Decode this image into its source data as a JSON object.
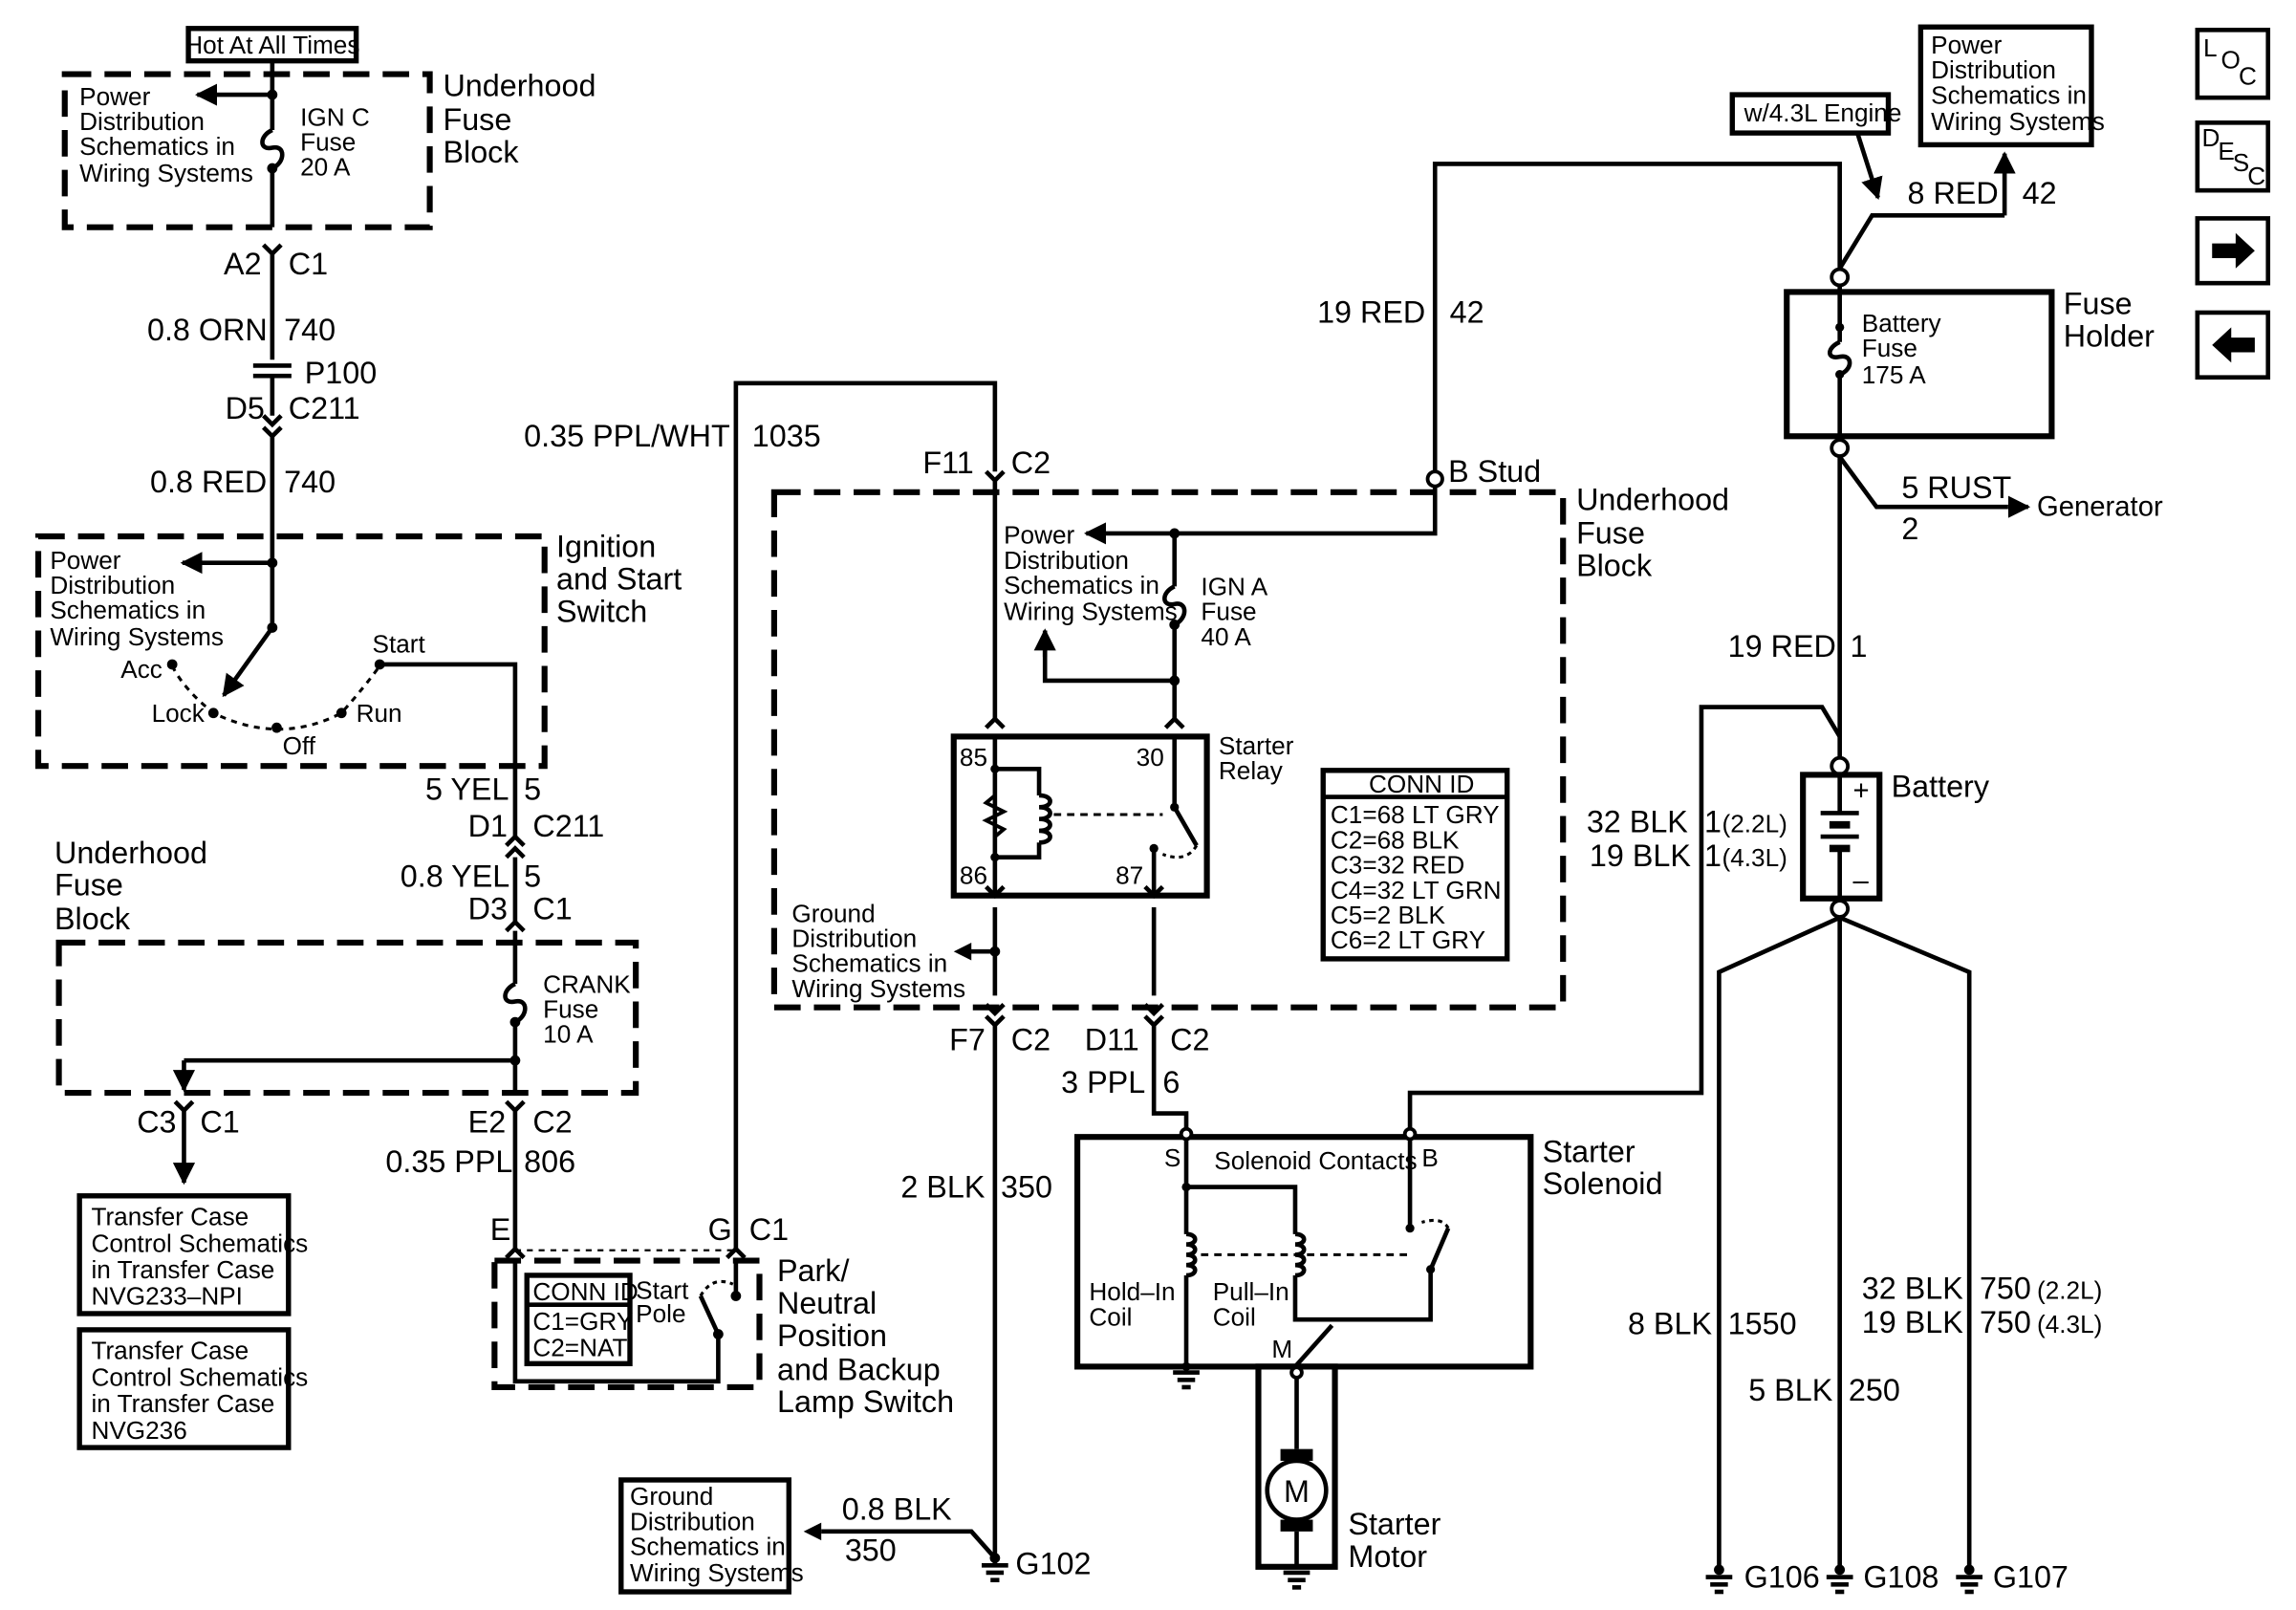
{
  "diagram": {
    "boxes": {
      "hot_at_all_times": "Hot At All Times",
      "w43_engine": "w/4.3L Engine",
      "pds_top_right": [
        "Power",
        "Distribution",
        "Schematics in",
        "Wiring Systems"
      ],
      "transfer_case_1": [
        "Transfer Case",
        "Control Schematics",
        "in Transfer Case",
        "NVG233–NPI"
      ],
      "transfer_case_2": [
        "Transfer Case",
        "Control Schematics",
        "in Transfer Case",
        "NVG236"
      ],
      "ground_dist_box": [
        "Ground",
        "Distribution",
        "Schematics in",
        "Wiring Systems"
      ]
    },
    "fuse_blocks": {
      "top_left": {
        "label": [
          "Underhood",
          "Fuse",
          "Block"
        ],
        "pds": [
          "Power",
          "Distribution",
          "Schematics in",
          "Wiring Systems"
        ],
        "fuse": [
          "IGN C",
          "Fuse",
          "20 A"
        ]
      },
      "crank": {
        "label": [
          "Underhood",
          "Fuse",
          "Block"
        ],
        "fuse": [
          "CRANK",
          "Fuse",
          "10 A"
        ]
      },
      "center": {
        "label": [
          "Underhood",
          "Fuse",
          "Block"
        ],
        "pds": [
          "Power",
          "Distribution",
          "Schematics in",
          "Wiring Systems"
        ],
        "fuse": [
          "IGN A",
          "Fuse",
          "40 A"
        ],
        "ground": [
          "Ground",
          "Distribution",
          "Schematics in",
          "Wiring Systems"
        ],
        "b_stud": "B Stud"
      }
    },
    "ignition_switch": {
      "label": [
        "Ignition",
        "and Start",
        "Switch"
      ],
      "pds": [
        "Power",
        "Distribution",
        "Schematics in",
        "Wiring Systems"
      ],
      "positions": {
        "acc": "Acc",
        "lock": "Lock",
        "off": "Off",
        "run": "Run",
        "start": "Start"
      }
    },
    "starter_relay": {
      "label": [
        "Starter",
        "Relay"
      ],
      "pins": {
        "p85": "85",
        "p86": "86",
        "p30": "30",
        "p87": "87"
      }
    },
    "conn_id_main": {
      "title": "CONN ID",
      "rows": [
        "C1=68 LT GRY",
        "C2=68 BLK",
        "C3=32 RED",
        "C4=32 LT GRN",
        "C5=2 BLK",
        "C6=2 LT GRY"
      ]
    },
    "park_neutral": {
      "label": [
        "Park/",
        "Neutral",
        "Position",
        "and Backup",
        "Lamp Switch"
      ],
      "conn_title": "CONN ID",
      "conn_rows": [
        "C1=GRY",
        "C2=NAT"
      ],
      "pole": [
        "Start",
        "Pole"
      ]
    },
    "fuse_holder": {
      "label": [
        "Fuse",
        "Holder"
      ],
      "fuse": [
        "Battery",
        "Fuse",
        "175 A"
      ]
    },
    "battery": {
      "label": "Battery",
      "plus": "+",
      "minus": "–"
    },
    "solenoid": {
      "label": [
        "Starter",
        "Solenoid"
      ],
      "contacts": "Solenoid Contacts",
      "s": "S",
      "b": "B",
      "m": "M",
      "hold_in": [
        "Hold–In",
        "Coil"
      ],
      "pull_in": [
        "Pull–In",
        "Coil"
      ]
    },
    "motor": {
      "label": [
        "Starter",
        "Motor"
      ],
      "symbol": "M"
    },
    "generator": "Generator",
    "connectors": {
      "a2": "A2",
      "c1_a": "C1",
      "p100": "P100",
      "d5": "D5",
      "c211_a": "C211",
      "d1": "D1",
      "c211_b": "C211",
      "d3": "D3",
      "c1_b": "C1",
      "c3": "C3",
      "c1_c": "C1",
      "e2": "E2",
      "c2_a": "C2",
      "e": "E",
      "g": "G",
      "c1_d": "C1",
      "f11": "F11",
      "c2_b": "C2",
      "f7": "F7",
      "c2_c": "C2",
      "d11": "D11",
      "c2_d": "C2"
    },
    "wires": {
      "orn": "0.8 ORN",
      "orn_n": "740",
      "red08": "0.8 RED",
      "red08_n": "740",
      "yel5": "5 YEL",
      "yel5_n": "5",
      "yel08": "0.8 YEL",
      "yel08_n": "5",
      "ppl035": "0.35 PPL",
      "ppl035_n": "806",
      "pplwht": "0.35 PPL/WHT",
      "pplwht_n": "1035",
      "red19_top": "19 RED",
      "red19_top_n": "42",
      "red8": "8 RED",
      "red8_n": "42",
      "rust5": "5 RUST",
      "rust5_n": "2",
      "red19_bat": "19 RED",
      "red19_bat_n": "1",
      "blk32_a": "32 BLK",
      "blk32_a_n": "1",
      "blk32_a_v": "(2.2L)",
      "blk19_a": "19 BLK",
      "blk19_a_n": "1",
      "blk19_a_v": "(4.3L)",
      "ppl3": "3 PPL",
      "ppl3_n": "6",
      "blk2": "2 BLK",
      "blk2_n": "350",
      "blk08": "0.8 BLK",
      "blk08_n": "350",
      "blk8": "8 BLK",
      "blk8_n": "1550",
      "blk5": "5 BLK",
      "blk5_n": "250",
      "blk32_b": "32 BLK",
      "blk32_b_n": "750",
      "blk32_b_v": "(2.2L)",
      "blk19_b": "19 BLK",
      "blk19_b_n": "750",
      "blk19_b_v": "(4.3L)"
    },
    "grounds": {
      "g102": "G102",
      "g106": "G106",
      "g108": "G108",
      "g107": "G107"
    }
  },
  "nav": {
    "loc": {
      "l": "L",
      "o": "O",
      "c": "C"
    },
    "desc": {
      "d": "D",
      "e": "E",
      "s": "S",
      "c": "C"
    },
    "forward_icon": "arrow-right-icon",
    "back_icon": "arrow-left-icon"
  }
}
